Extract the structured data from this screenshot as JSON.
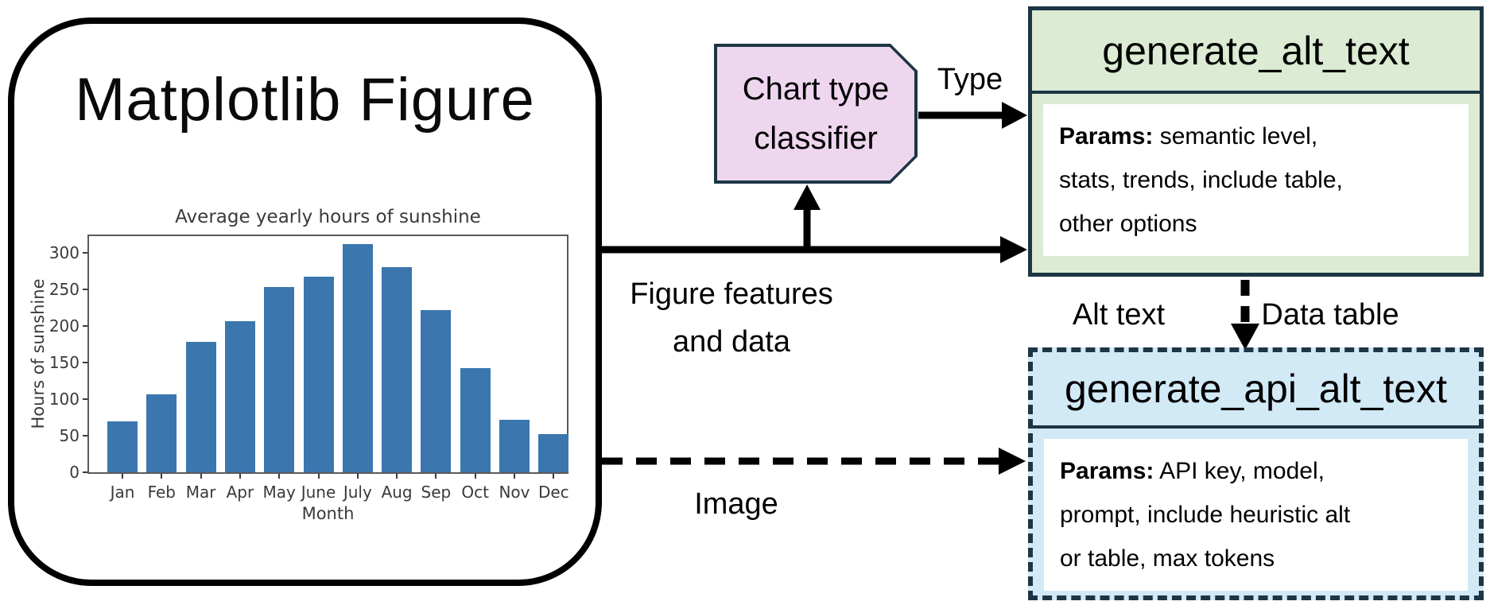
{
  "colors": {
    "bar": "#3B76AF",
    "box_border": "#1C3645",
    "classifier_fill": "#EED7EE",
    "alt_text_box_fill": "#DCEBD3",
    "api_box_fill": "#D2E9F6",
    "panel_fill": "#FFFFFF",
    "arrow": "#000000",
    "chart_text": "#3A3A3A"
  },
  "figure_box": {
    "title": "Matplotlib Figure"
  },
  "chart_data": {
    "type": "bar",
    "title": "Average yearly hours of sunshine",
    "xlabel": "Month",
    "ylabel": "Hours of sunshine",
    "categories": [
      "Jan",
      "Feb",
      "Mar",
      "Apr",
      "May",
      "June",
      "July",
      "Aug",
      "Sep",
      "Oct",
      "Nov",
      "Dec"
    ],
    "values": [
      70,
      107,
      178,
      207,
      253,
      267,
      312,
      281,
      222,
      142,
      72,
      52
    ],
    "yticks": [
      0,
      50,
      100,
      150,
      200,
      250,
      300
    ],
    "ylim": [
      0,
      323
    ],
    "grid": false,
    "legend": "none",
    "bar_color": "#3B76AF"
  },
  "classifier": {
    "line1": "Chart type",
    "line2": "classifier"
  },
  "labels": {
    "type": "Type",
    "features_line1": "Figure features",
    "features_line2": "and data",
    "alt_text": "Alt text",
    "data_table": "Data table",
    "image": "Image"
  },
  "alt_text_box": {
    "title": "generate_alt_text",
    "params_label": "Params:",
    "params_line1": "semantic level,",
    "params_line2": "stats, trends, include table,",
    "params_line3": "other options"
  },
  "api_alt_text_box": {
    "title": "generate_api_alt_text",
    "params_label": "Params:",
    "params_line1": "API key, model,",
    "params_line2": "prompt, include heuristic alt",
    "params_line3": "or table, max tokens"
  }
}
